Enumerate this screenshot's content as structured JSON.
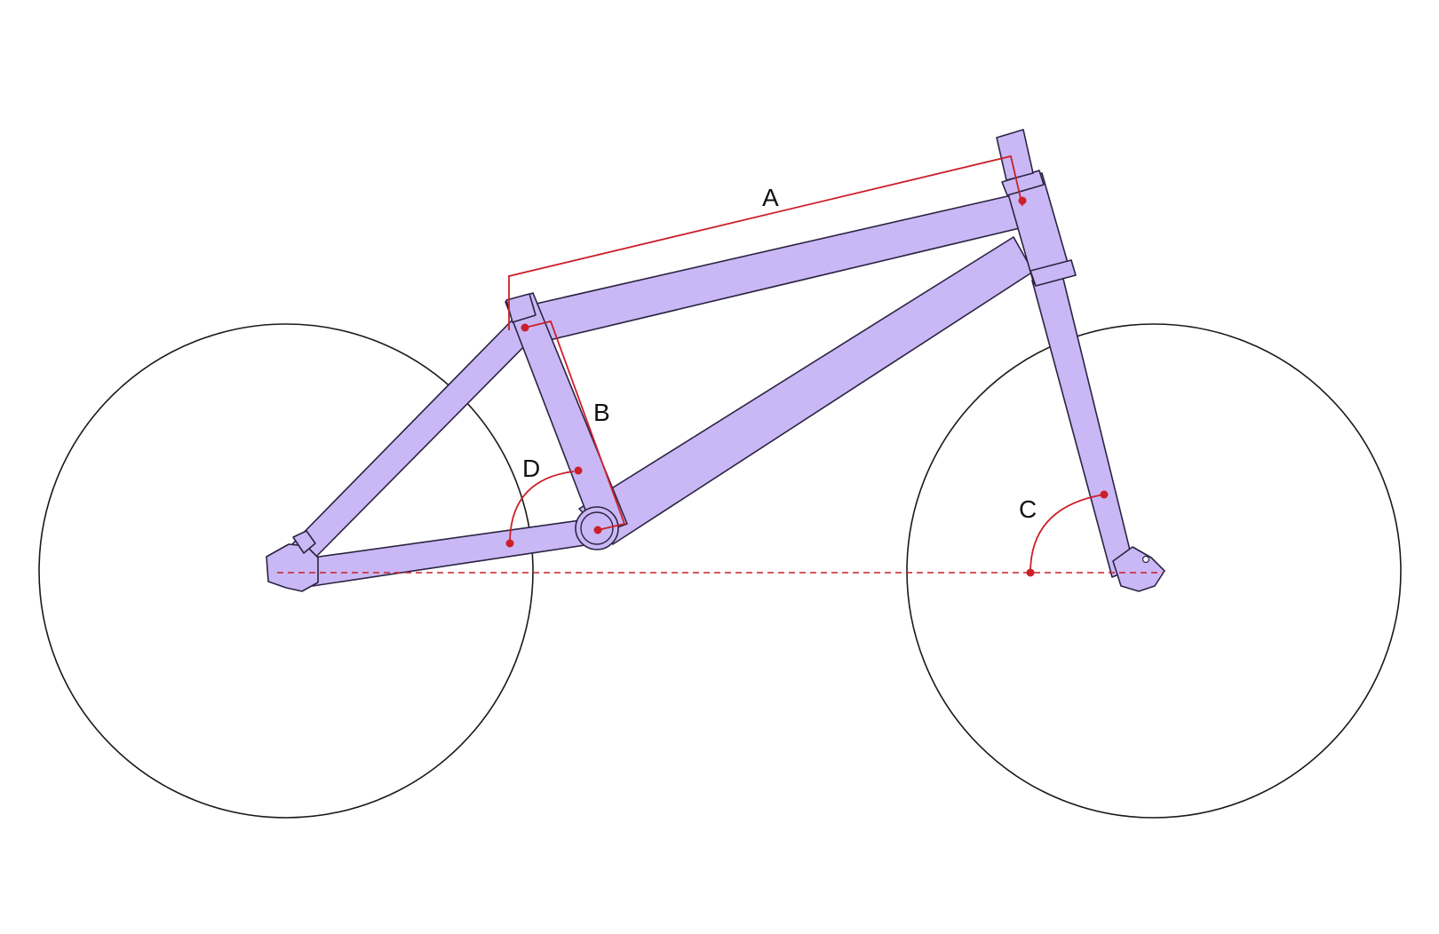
{
  "colors": {
    "frame_fill": "#c9b8f5",
    "frame_stroke": "#2b2340",
    "dimension": "#cc1f2a",
    "wheel": "#1a1a1a",
    "background": "#ffffff"
  },
  "labels": {
    "a": "A",
    "b": "B",
    "c": "C",
    "d": "D"
  }
}
